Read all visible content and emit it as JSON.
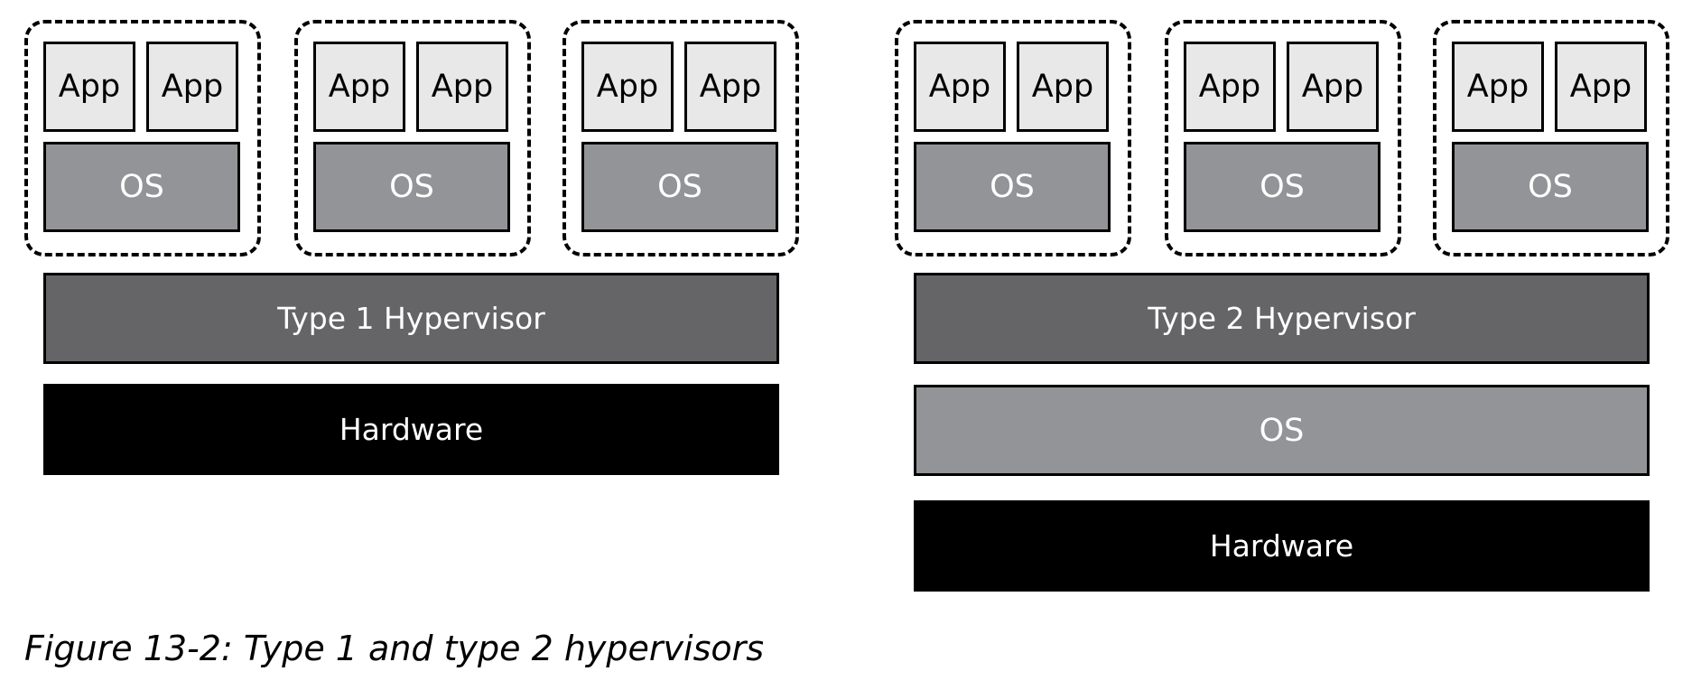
{
  "left_stack": {
    "vms": [
      {
        "apps": [
          "App",
          "App"
        ],
        "os": "OS"
      },
      {
        "apps": [
          "App",
          "App"
        ],
        "os": "OS"
      },
      {
        "apps": [
          "App",
          "App"
        ],
        "os": "OS"
      }
    ],
    "hypervisor": "Type 1 Hypervisor",
    "hardware": "Hardware"
  },
  "right_stack": {
    "vms": [
      {
        "apps": [
          "App",
          "App"
        ],
        "os": "OS"
      },
      {
        "apps": [
          "App",
          "App"
        ],
        "os": "OS"
      },
      {
        "apps": [
          "App",
          "App"
        ],
        "os": "OS"
      }
    ],
    "hypervisor": "Type 2 Hypervisor",
    "host_os": "OS",
    "hardware": "Hardware"
  },
  "caption": "Figure 13-2: Type 1 and type 2 hypervisors"
}
